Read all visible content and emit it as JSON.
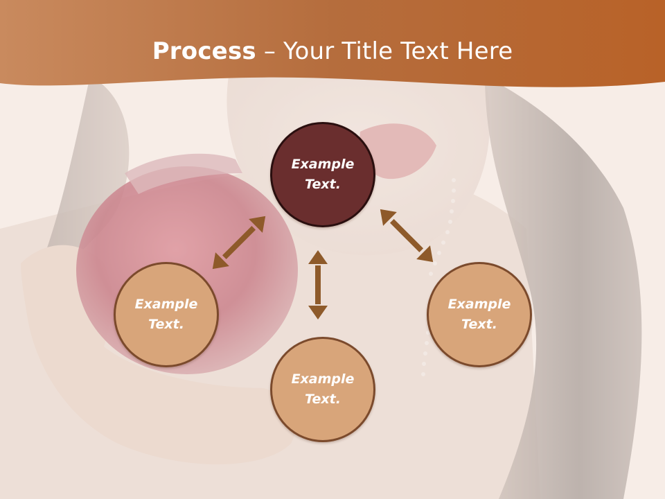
{
  "slide": {
    "title_bold": "Process",
    "title_rest": " – Your Title Text Here"
  },
  "diagram": {
    "center": {
      "label_line1": "Example",
      "label_line2": "Text."
    },
    "nodes": [
      {
        "id": "left",
        "label_line1": "Example",
        "label_line2": "Text."
      },
      {
        "id": "bottom",
        "label_line1": "Example",
        "label_line2": "Text."
      },
      {
        "id": "right",
        "label_line1": "Example",
        "label_line2": "Text."
      }
    ]
  },
  "colors": {
    "header": "#b8693a",
    "center_fill": "#6a2e2e",
    "node_fill": "#d8a57a",
    "node_border": "#7b4a2c",
    "arrow": "#8e5a2a"
  }
}
